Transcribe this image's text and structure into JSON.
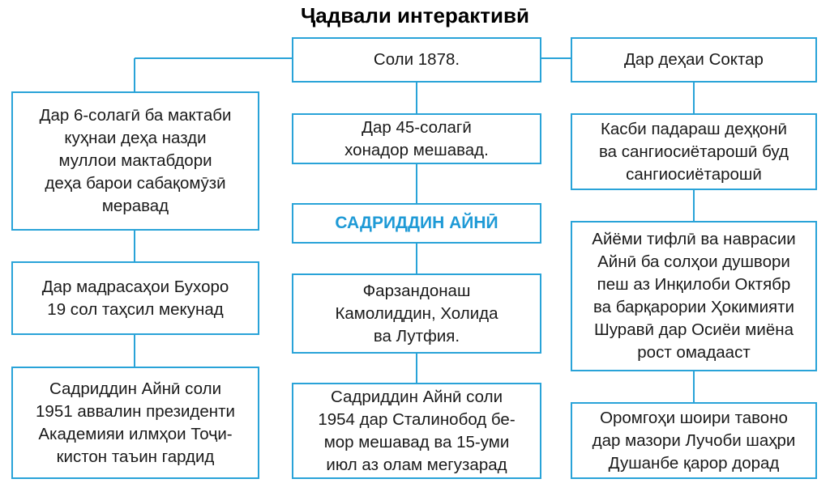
{
  "title": "Ҷадвали интерактивӣ",
  "boxes": {
    "top_mid": "Соли 1878.",
    "top_right": "Дар деҳаи Соктар",
    "left1": "Дар 6-солагӣ ба мактаби\nкуҳнаи деҳа назди\nмуллои мактабдори\nдеҳа барои сабақомӯзӣ\nмеравад",
    "left2": "Дар мадрасаҳои Бухоро\n19 сол таҳсил мекунад",
    "left3": "Садриддин Айнӣ соли\n1951 аввалин президенти\nАкадемияи илмҳои Тоҷи-\nкистон таъин гардид",
    "mid1": "Дар 45-солагӣ\nхонадор мешавад.",
    "center": "САДРИДДИН АЙНӢ",
    "mid2": "Фарзандонаш\nКамолиддин, Холида\nва Лутфия.",
    "mid3": "Садриддин Айнӣ соли\n1954 дар Сталинобод бе-\nмор мешавад ва 15-уми\nиюл аз олам мегузарад",
    "right1": "Касби падараш деҳқонӣ\nва сангиосиётарошӣ буд\nсангиосиётарошӣ",
    "right2": "Айёми тифлӣ ва наврасии\nАйнӣ ба солҳои душвори\nпеш аз Инқилоби Октябр\nва барқарории Ҳокимияти\nШуравӣ дар Осиёи миёна\nрост омадааст",
    "right3": "Оромгоҳи шоири тавоно\nдар мазори Лучоби шаҳри\nДушанбе қарор дорад"
  }
}
